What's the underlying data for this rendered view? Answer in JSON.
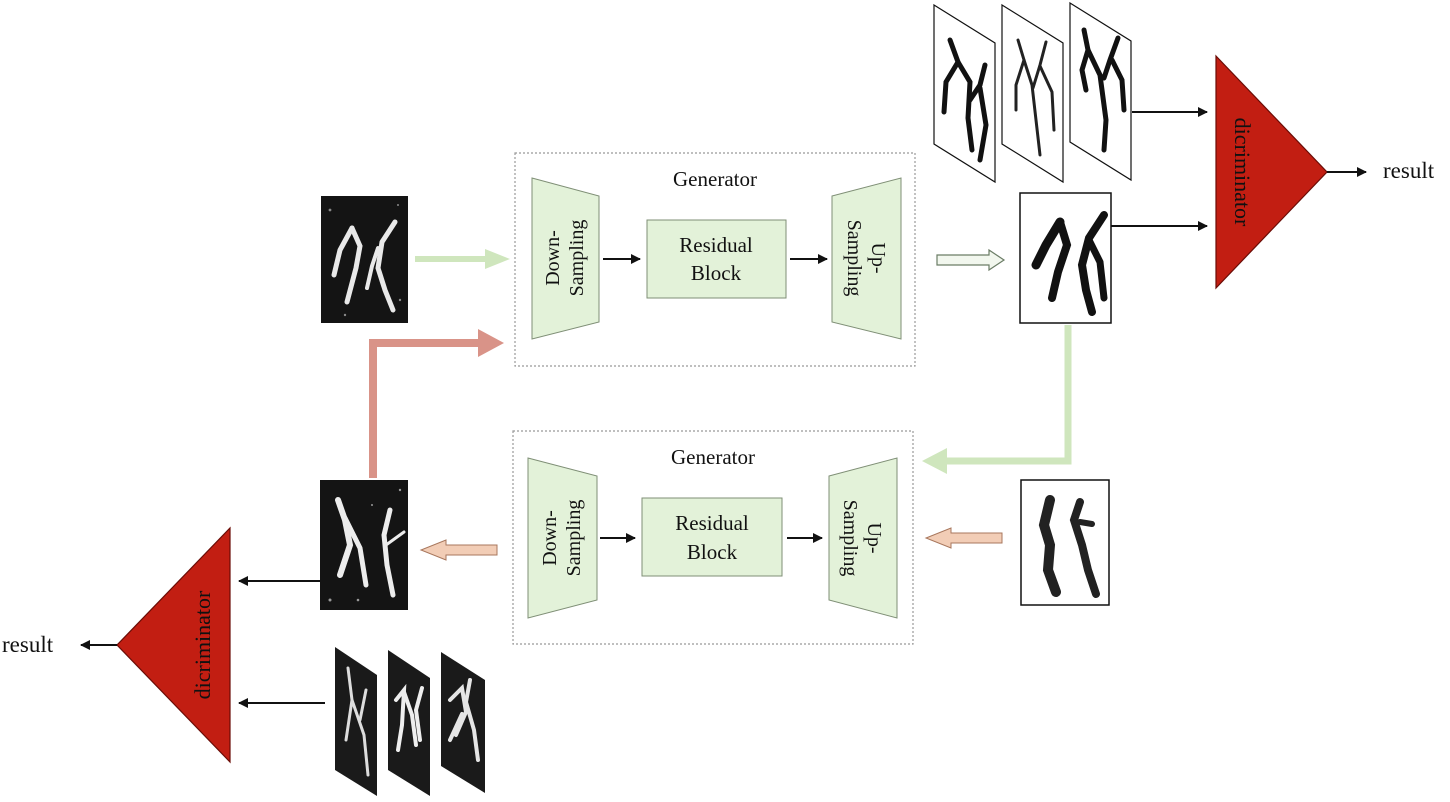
{
  "generators": [
    {
      "title": "Generator",
      "down_sampling": [
        "Down-",
        "Sampling"
      ],
      "residual_block": [
        "Residual",
        "Block"
      ],
      "up_sampling": [
        "Up-",
        "Sampling"
      ]
    },
    {
      "title": "Generator",
      "down_sampling": [
        "Down-",
        "Sampling"
      ],
      "residual_block": [
        "Residual",
        "Block"
      ],
      "up_sampling": [
        "Up-",
        "Sampling"
      ]
    }
  ],
  "discriminators": [
    {
      "label": "dicriminator",
      "output": "result"
    },
    {
      "label": "dicriminator",
      "output": "result"
    }
  ],
  "colors": {
    "generator_block_fill": "#e3f2d9",
    "generator_block_stroke": "#7f8f76",
    "discriminator_fill": "#c21e12",
    "green_arrow": "#cfe6bd",
    "red_arrow": "#d99388",
    "peach_arrow": "#f2cdb6"
  },
  "icons": [
    "oracle-glyph-rubbing",
    "oracle-glyph-clean"
  ]
}
